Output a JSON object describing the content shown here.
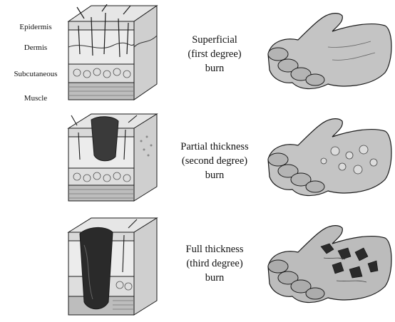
{
  "layer_labels": [
    "Epidermis",
    "Dermis",
    "Subcutaneous",
    "Muscle"
  ],
  "burns": [
    {
      "line1": "Superficial",
      "line2": "(first degree)",
      "line3": "burn"
    },
    {
      "line1": "Partial thickness",
      "line2": "(second degree)",
      "line3": "burn"
    },
    {
      "line1": "Full thickness",
      "line2": "(third degree)",
      "line3": "burn"
    }
  ],
  "colors": {
    "ink": "#1a1a1a",
    "tissue": "#d9d9d9",
    "muscle": "#bdbdbd",
    "hand": "#c4c4c4",
    "wound": "#2a2a2a"
  },
  "icons": [
    "skin-cross-section",
    "hand"
  ]
}
